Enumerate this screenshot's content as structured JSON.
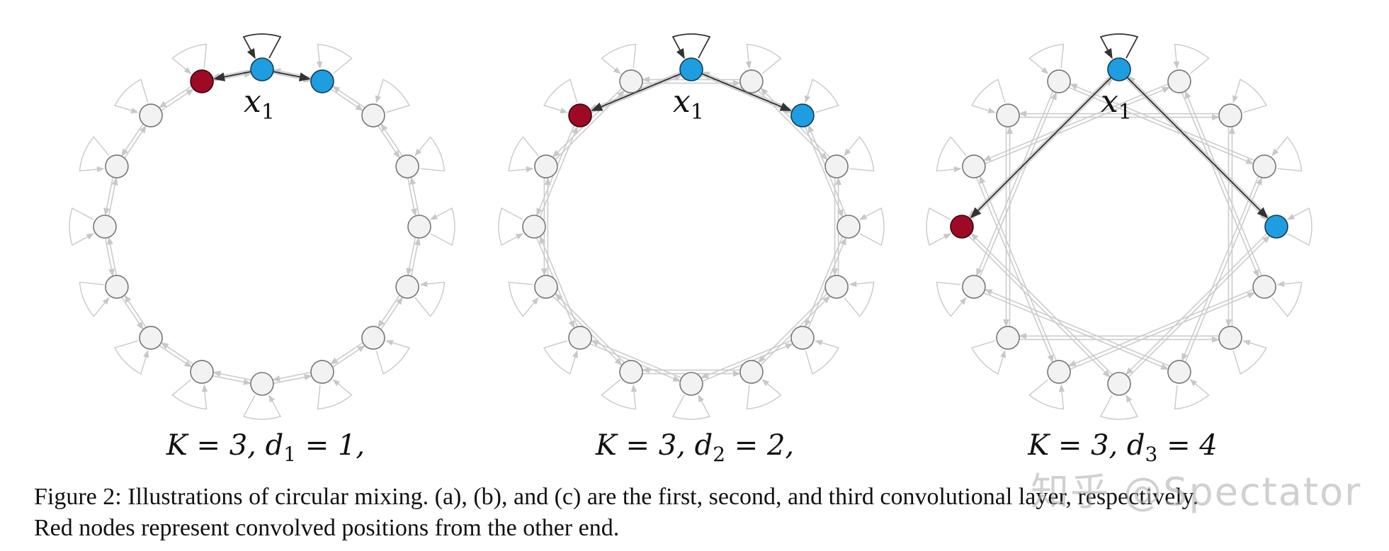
{
  "figure": {
    "panels": [
      {
        "label": "K = 3, d₁ = 1,",
        "label_main": "K = 3, d",
        "label_sub": "1",
        "label_tail": " = 1,",
        "node_label": "x",
        "node_label_sub": "1",
        "dilation": 1
      },
      {
        "label": "K = 3, d₂ = 2,",
        "label_main": "K = 3, d",
        "label_sub": "2",
        "label_tail": " = 2,",
        "node_label": "x",
        "node_label_sub": "1",
        "dilation": 2
      },
      {
        "label": "K = 3, d₃ = 4",
        "label_main": "K = 3, d",
        "label_sub": "3",
        "label_tail": " = 4",
        "node_label": "x",
        "node_label_sub": "1",
        "dilation": 4
      }
    ],
    "nodes_per_ring": 16,
    "colors": {
      "blue": "#1e9de0",
      "red": "#9e0a24",
      "gray_node": "#f2f2f2",
      "edge_gray": "#cccccc",
      "arrow_dark": "#333333"
    }
  },
  "caption": {
    "line1": "Figure 2: Illustrations of circular mixing. (a), (b), and (c) are the first, second, and third convolutional layer, respectively.",
    "line2": "Red nodes represent convolved positions from the other end."
  },
  "watermark": "知乎 @Spectator"
}
